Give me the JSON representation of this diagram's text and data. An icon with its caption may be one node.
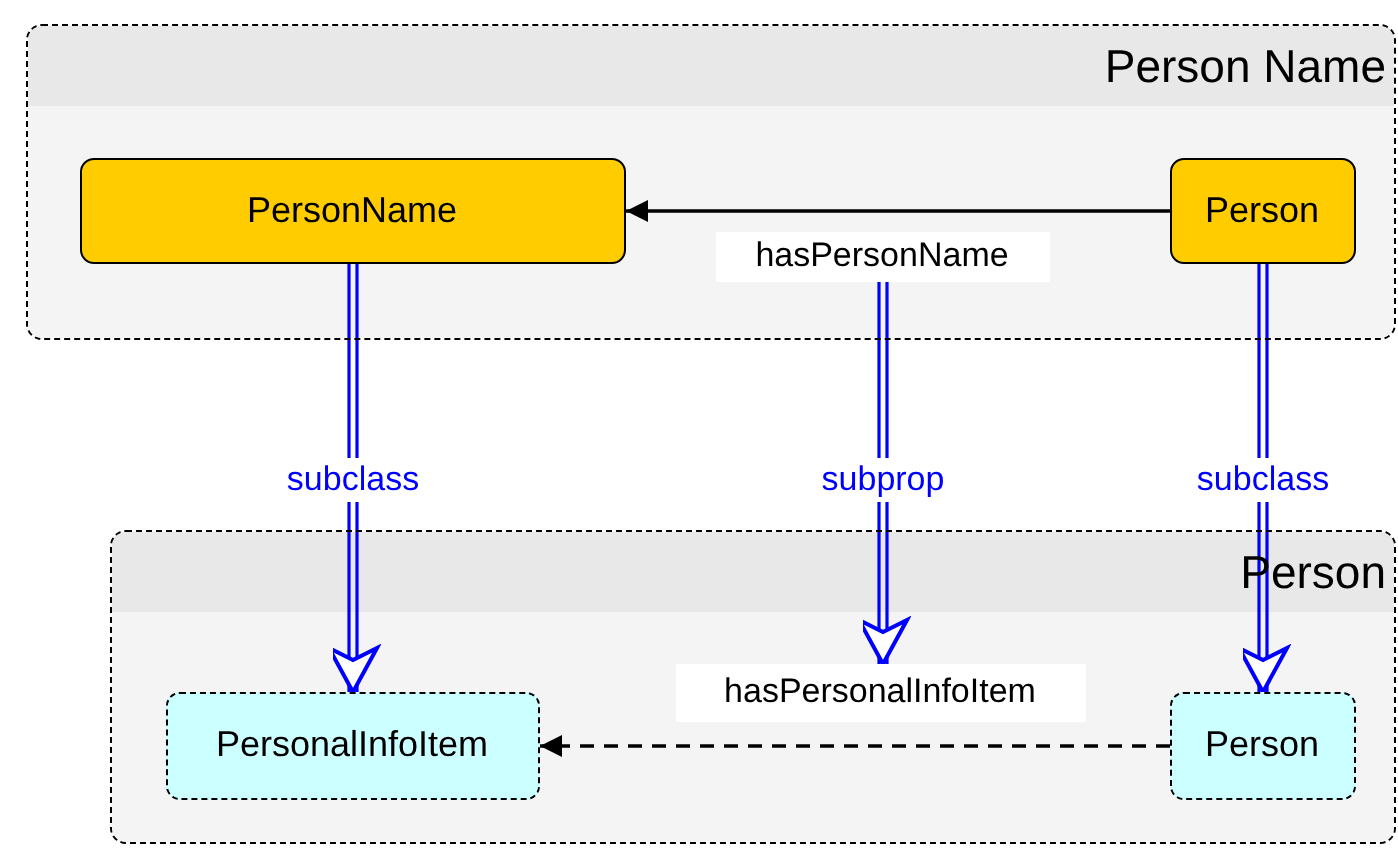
{
  "diagram": {
    "nodes": [
      {
        "text": [
          "Person Name"
        ]
      },
      {
        "text": [
          "PersonName"
        ],
        "in": 0
      },
      {
        "text": [
          "Person"
        ],
        "in": 0
      },
      {
        "text": [
          "hasPersonName"
        ],
        "in": 0
      },
      {
        "text": [
          "Person"
        ]
      },
      {
        "text": [
          "PersonalInfoItem"
        ],
        "in": 4
      },
      {
        "text": [
          "Person"
        ],
        "in": 4
      },
      {
        "text": [
          "hasPersonalInfoItem"
        ],
        "in": 4
      }
    ],
    "edges": [
      {
        "from": 2,
        "to": 1,
        "arrow": "to",
        "color": "#000000"
      },
      {
        "from": 6,
        "to": 5,
        "arrow": "to",
        "style": "dashed",
        "color": "#000000"
      },
      {
        "from": 1,
        "to": 5,
        "arrow": "to",
        "label": "subclass",
        "color": "#0000ff"
      },
      {
        "from": 3,
        "to": 7,
        "arrow": "to",
        "label": "subprop",
        "color": "#0000ff"
      },
      {
        "from": 2,
        "to": 6,
        "arrow": "to",
        "label": "subclass",
        "color": "#0000ff"
      }
    ]
  }
}
